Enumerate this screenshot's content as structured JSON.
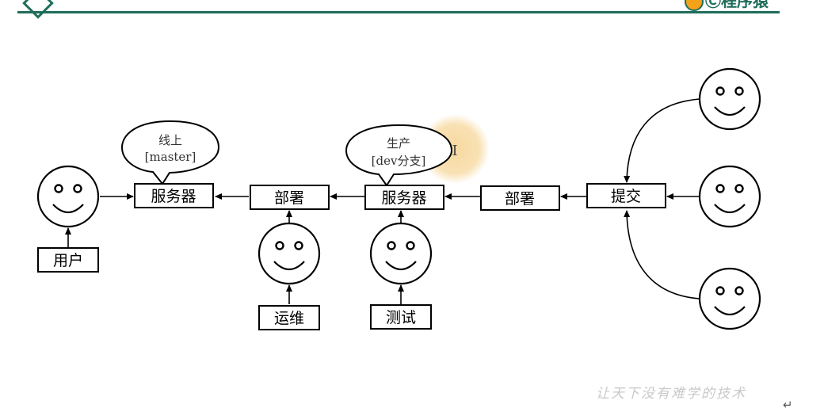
{
  "header": {
    "brand_text": "Ⓒ程序猿"
  },
  "diagram": {
    "boxes": {
      "user": "用户",
      "server_prod": "服务器",
      "deploy_prod": "部署",
      "server_test": "服务器",
      "deploy_test": "部署",
      "commit": "提交",
      "ops": "运维",
      "tester": "测试"
    },
    "bubbles": {
      "online_line1": "线上",
      "online_line2": "[master]",
      "dev_line1": "生产",
      "dev_line2": "[dev分支]"
    },
    "cursor": "I"
  },
  "footer": {
    "watermark": "让天下没有难学的技术",
    "return_symbol": "↵"
  },
  "colors": {
    "brand": "#1f6d5a",
    "highlight": "#f6d79a",
    "stroke": "#000000"
  }
}
